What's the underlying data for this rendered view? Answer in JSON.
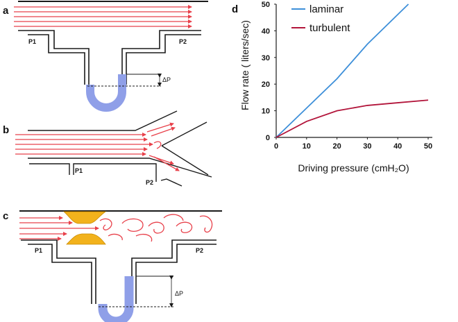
{
  "panels": {
    "a": {
      "label": "a",
      "p1": "P1",
      "p2": "P2",
      "delta_p": "ΔP"
    },
    "b": {
      "label": "b",
      "p1": "P1",
      "p2": "P2"
    },
    "c": {
      "label": "c",
      "p1": "P1",
      "p2": "P2",
      "delta_p": "ΔP"
    },
    "d": {
      "label": "d"
    }
  },
  "colors": {
    "flow_arrow": "#e8404a",
    "manometer_fluid": "#8f9fe8",
    "plaque": "#f2b21c",
    "laminar": "#3d8fd9",
    "turbulent": "#b2143a",
    "structure": "#1a1a1a"
  },
  "chart_data": {
    "type": "line",
    "xlabel": "Driving pressure (cmH₂O)",
    "ylabel": "Flow rate ( liters/sec)",
    "xlim": [
      0,
      50
    ],
    "ylim": [
      0,
      50
    ],
    "xticks": [
      "0",
      "10",
      "20",
      "30",
      "40",
      "50"
    ],
    "yticks": [
      "0",
      "10",
      "20",
      "30",
      "40",
      "50"
    ],
    "legend_position": "top-left",
    "grid": false,
    "series": [
      {
        "name": "laminar",
        "color": "#3d8fd9",
        "x": [
          0,
          10,
          20,
          30,
          43.5
        ],
        "y": [
          0,
          11,
          22,
          35,
          50
        ]
      },
      {
        "name": "turbulent",
        "color": "#b2143a",
        "x": [
          0,
          10,
          20,
          30,
          40,
          50
        ],
        "y": [
          0,
          6,
          10,
          12,
          13,
          14
        ]
      }
    ]
  }
}
